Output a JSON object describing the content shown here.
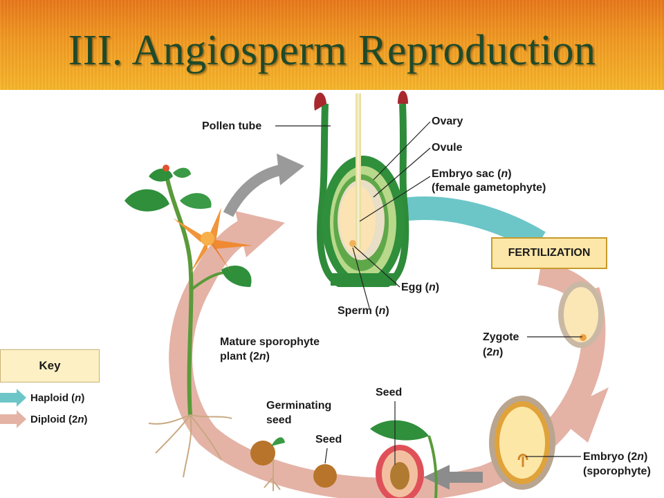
{
  "title": "III. Angiosperm Reproduction",
  "labels": {
    "pollen_tube": "Pollen tube",
    "ovary": "Ovary",
    "ovule": "Ovule",
    "embryo_sac_a": "Embryo sac (",
    "embryo_sac_n": "n",
    "embryo_sac_b": ")",
    "female_gametophyte": "(female gametophyte)",
    "fertilization": "FERTILIZATION",
    "egg_a": "Egg (",
    "egg_n": "n",
    "egg_b": ")",
    "sperm_a": "Sperm (",
    "sperm_n": "n",
    "sperm_b": ")",
    "zygote": "Zygote",
    "zygote_2n_a": "(2",
    "zygote_2n_n": "n",
    "zygote_2n_b": ")",
    "mature_line1": "Mature sporophyte",
    "mature_line2_a": "plant (2",
    "mature_line2_n": "n",
    "mature_line2_b": ")",
    "germinating_line1": "Germinating",
    "germinating_line2": "seed",
    "seed_small": "Seed",
    "seed_top": "Seed",
    "embryo_a": "Embryo (2",
    "embryo_n": "n",
    "embryo_b": ")",
    "sporophyte": "(sporophyte)"
  },
  "key": {
    "title": "Key",
    "haploid_a": "Haploid (",
    "haploid_n": "n",
    "haploid_b": ")",
    "diploid_a": "Diploid (2",
    "diploid_n": "n",
    "diploid_b": ")"
  },
  "colors": {
    "haploid": "#6cc6c8",
    "diploid": "#e4b3a6",
    "banner_text": "#1f4a2a",
    "fertilization_box": "#fde7a8",
    "key_box": "#fdf0c4"
  }
}
